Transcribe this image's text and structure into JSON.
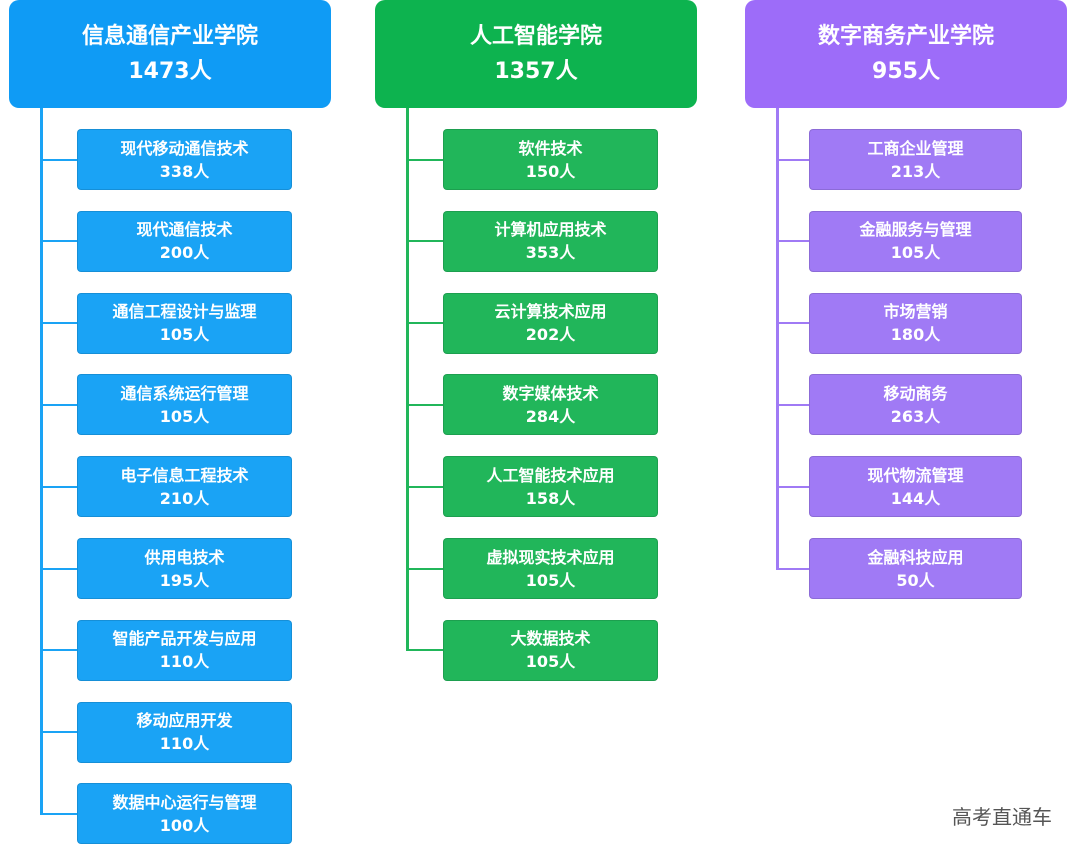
{
  "colleges": [
    {
      "name": "信息通信产业学院",
      "count": "1473人",
      "color": "#0f9bf5",
      "majors": [
        {
          "name": "现代移动通信技术",
          "count": "338人"
        },
        {
          "name": "现代通信技术",
          "count": "200人"
        },
        {
          "name": "通信工程设计与监理",
          "count": "105人"
        },
        {
          "name": "通信系统运行管理",
          "count": "105人"
        },
        {
          "name": "电子信息工程技术",
          "count": "210人"
        },
        {
          "name": "供用电技术",
          "count": "195人"
        },
        {
          "name": "智能产品开发与应用",
          "count": "110人"
        },
        {
          "name": "移动应用开发",
          "count": "110人"
        },
        {
          "name": "数据中心运行与管理",
          "count": "100人"
        }
      ]
    },
    {
      "name": "人工智能学院",
      "count": "1357人",
      "color": "#0db34f",
      "majors": [
        {
          "name": "软件技术",
          "count": "150人"
        },
        {
          "name": "计算机应用技术",
          "count": "353人"
        },
        {
          "name": "云计算技术应用",
          "count": "202人"
        },
        {
          "name": "数字媒体技术",
          "count": "284人"
        },
        {
          "name": "人工智能技术应用",
          "count": "158人"
        },
        {
          "name": "虚拟现实技术应用",
          "count": "105人"
        },
        {
          "name": "大数据技术",
          "count": "105人"
        }
      ]
    },
    {
      "name": "数字商务产业学院",
      "count": "955人",
      "color": "#9d6cf9",
      "majors": [
        {
          "name": "工商企业管理",
          "count": "213人"
        },
        {
          "name": "金融服务与管理",
          "count": "105人"
        },
        {
          "name": "市场营销",
          "count": "180人"
        },
        {
          "name": "移动商务",
          "count": "263人"
        },
        {
          "name": "现代物流管理",
          "count": "144人"
        },
        {
          "name": "金融科技应用",
          "count": "50人"
        }
      ]
    }
  ],
  "watermark": "高考直通车"
}
